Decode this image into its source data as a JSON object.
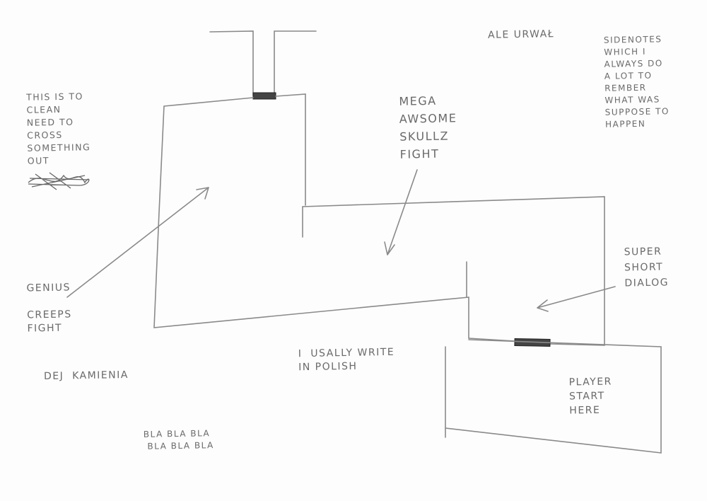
{
  "title": "Level sketch",
  "notes": {
    "top_label": "ALE URWAŁ",
    "sidenotes": "SIDENOTES\nWHICH I\nALWAYS DO\nA LOT TO\nREMBER\nWHAT WAS\nSUPPOSE TO\nHAPPEN",
    "cross_out": "THIS IS TO\nCLEAN\nNEED TO\nCROSS\nSOMETHING\nOUT",
    "mega_fight": "MEGA\nAWSOME\nSKULLZ\nFIGHT",
    "genius_fight": "GENIUS\n\nCREEPS\nFIGHT",
    "super_dialog": "SUPER\nSHORT\nDIALOG",
    "polish": "I  USALLY WRITE\nIN POLISH",
    "dej": "DEJ  KAMIENIA",
    "player_start": "PLAYER\nSTART\nHERE",
    "bla": "BLA BLA BLA\n BLA BLA BLA"
  }
}
